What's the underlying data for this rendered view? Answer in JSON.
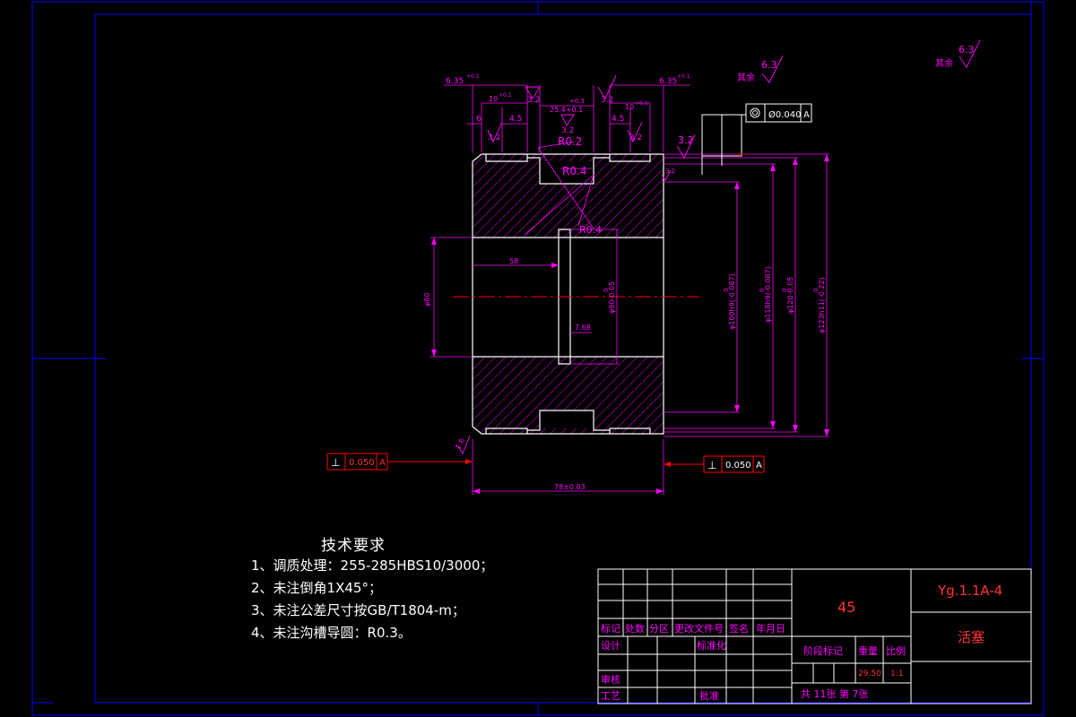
{
  "dimensions": {
    "d635_left": "6.35",
    "d635_left_tol": "+0.1",
    "d635_right": "6.35",
    "d635_right_tol": "+0.1",
    "d10_left": "10",
    "d10_left_tol": "+0.1",
    "d10_right": "10",
    "d10_right_tol": "+0.1",
    "d254": "25.4+0.1",
    "d254_tol": "+0.3",
    "d6": "6",
    "d45_left": "4.5",
    "d45_right": "4.5",
    "r02": "R0.2",
    "r04_top": "R0.4",
    "r04_mid": "R0.4",
    "d58": "58",
    "d768": "7.68",
    "phi80": "φ80",
    "phi90": "φ90-0.05",
    "phi90_zero": "0",
    "phi100": "φ100h9(-0.087)",
    "phi100_zero": "0",
    "phi118": "φ118h9(-0.087)",
    "phi118_zero": "0",
    "phi120": "φ120-0.05",
    "phi120_zero": "0",
    "phi123": "φ123h11(-0.22)",
    "phi123_zero": "0",
    "width_bottom": "78±0.03"
  },
  "roughness": {
    "r32_top_left": "3.2",
    "r32_top_right": "3.2",
    "r32_left_groove": "3.2",
    "r32_center_groove": "3.2",
    "r32_right_groove": "3.2",
    "r32_side": "3.2",
    "r32_side_small": "3.2",
    "r16_bottom": "1.6",
    "other_label_1": "其余",
    "other_value_1": "6.3",
    "other_label_2": "其余",
    "other_value_2": "6.3"
  },
  "tolerance_frames": {
    "runout_value": "Ø0.040",
    "runout_datum": "A",
    "perp_left_symbol": "⊥",
    "perp_left_value": "0.050",
    "perp_left_datum": "A",
    "perp_right_symbol": "⊥",
    "perp_right_value": "0.050",
    "perp_right_datum": "A"
  },
  "requirements": {
    "title": "技术要求",
    "items": [
      "1、调质处理：255-285HBS10/3000；",
      "2、未注倒角1X45°；",
      "3、未注公差尺寸按GB/T1804-m；",
      "4、未注沟槽导圆：R0.3。"
    ]
  },
  "title_block": {
    "material": "45",
    "drawing_no": "Yg.1.1A-4",
    "part_name": "活塞",
    "col_biaoji": "标记",
    "col_chushu": "处数",
    "col_fenqu": "分区",
    "col_gaiwenjian": "更改文件号",
    "col_qianming": "签名",
    "col_nianyueri": "年月日",
    "row_sheji": "设计",
    "row_biaozhunhua": "标准化",
    "row_shenhe": "审核",
    "row_gongyi": "工艺",
    "row_pizhun": "批准",
    "col_jieduan": "阶段标记",
    "col_zhongliang": "重量",
    "col_bili": "比例",
    "weight_value": "29.50",
    "scale_value": "1:1",
    "sheet_info": "共 11张 第 7张"
  },
  "colors": {
    "background": "#000000",
    "frame": "#0000ff",
    "outline": "#ffffff",
    "dimension": "#ff00ff",
    "centerline": "#ff0000",
    "title_text": "#ff3333"
  }
}
